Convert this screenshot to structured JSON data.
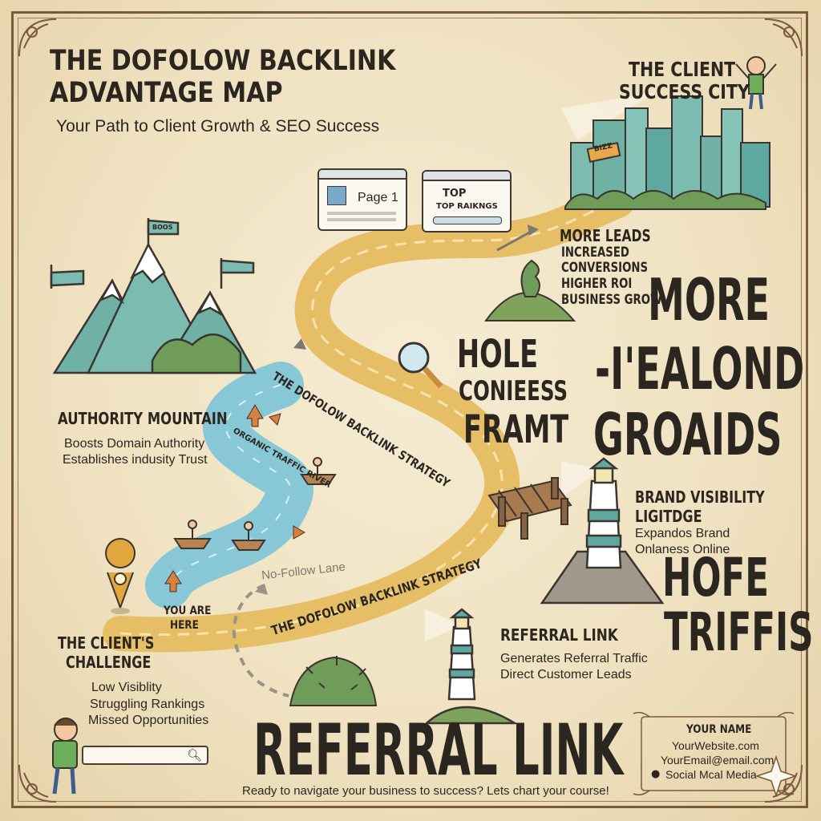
{
  "title_line1": "THE DOFOLOW BACKLINK",
  "title_line2": "ADVANTAGE MAP",
  "subtitle": "Your Path to Client Growth & SEO Success",
  "city_title_line1": "THE CLIENT",
  "city_title_line2": "SUCCESS CITY",
  "city_sign": "BIZZ",
  "serp_card_1": "Page 1",
  "serp_card_2_line1": "TOP",
  "serp_card_2_line2": "TOP RAIKNGS",
  "flag_label": "BOOS",
  "leads_list": [
    "MORE LEADS",
    "INCREASED",
    "CONVERSIONS",
    "HIGHER ROI",
    "BUSINESS GROW"
  ],
  "big_right": [
    "MORE",
    "-I'EALOND",
    "GROAIDS"
  ],
  "hole_block": [
    "HOLE",
    "CONIEESS",
    "FRAMT"
  ],
  "authority_title": "AUTHORITY MOUNTAIN",
  "authority_lines": [
    "Boosts Domain Authority",
    "Establishes indusity Trust"
  ],
  "river_label": "ORGANIC TRAFFIC RIVER",
  "strategy_label_1": "THE DOFOLOW BACKLINK STRATEGY",
  "strategy_label_2": "THE DOFOLOW BACKLINK STRATEGY",
  "nofollow_label": "No-Follow Lane",
  "you_are_here": [
    "YOU ARE",
    "HERE"
  ],
  "challenge_title": [
    "THE CLIENT'S",
    "CHALLENGE"
  ],
  "challenge_lines": [
    "Low Visiblity",
    "Struggling Rankings",
    "Missed Opportunities"
  ],
  "brand_title": [
    "BRAND VISIBILITY",
    "LIGITDGE"
  ],
  "brand_lines": [
    "Expandos Brand",
    "Onlaness Online"
  ],
  "hofe_block": [
    "HOFE",
    "TRIFFIS"
  ],
  "referral_title": "REFERRAL LINK",
  "referral_lines": [
    "Generates Referral Traffic",
    "Direct Customer Leads"
  ],
  "referral_big": "REFERRAL LINK",
  "contact": {
    "name": "YOUR NAME",
    "website": "YourWebsite.com",
    "email": "YourEmail@email.com",
    "social": "Social Mcal Media"
  },
  "footer": "Ready to navigate your business to success? Lets chart your course!",
  "colors": {
    "parchment": "#efe2c2",
    "ink": "#2b2620",
    "road": "#e8c068",
    "river": "#8fcfdc",
    "teal": "#5fa8a0",
    "green": "#6f9c58",
    "brown": "#8a6340"
  }
}
